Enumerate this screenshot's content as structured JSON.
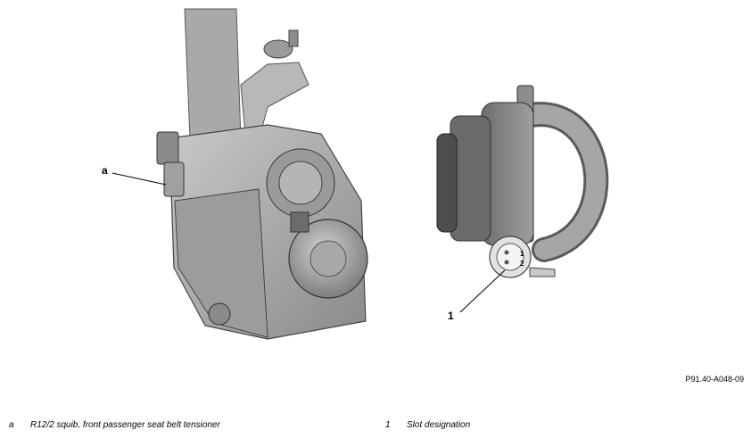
{
  "callouts": {
    "a": "a",
    "one": "1"
  },
  "figure_id": "P91.40-A048-09",
  "legend": [
    {
      "key": "a",
      "text": "R12/2 squib, front passenger seat belt tensioner"
    },
    {
      "key": "1",
      "text": "Slot designation"
    }
  ],
  "connector_pins": [
    "1",
    "2"
  ]
}
